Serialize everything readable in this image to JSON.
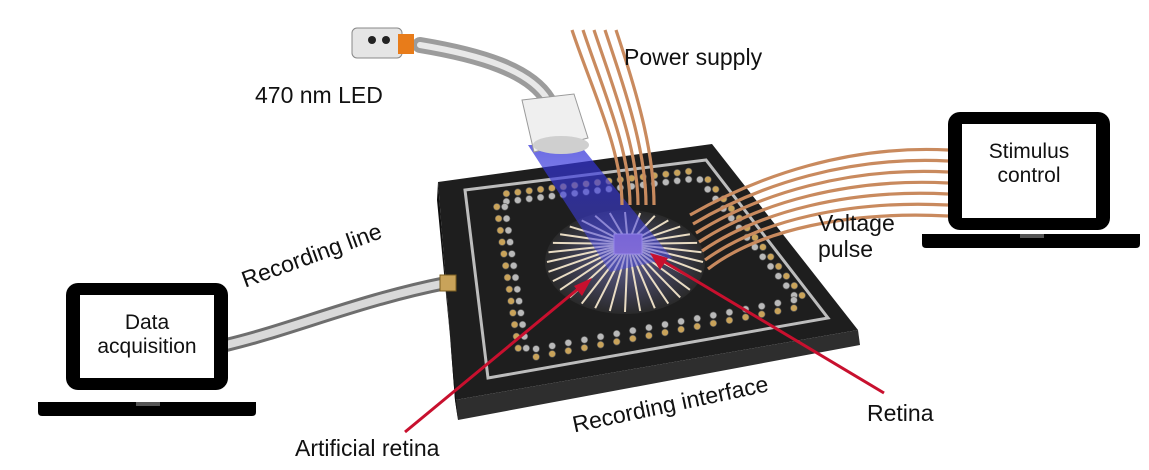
{
  "labels": {
    "led": "470 nm LED",
    "power_supply": "Power supply",
    "stimulus_control": "Stimulus\ncontrol",
    "voltage_pulse": "Voltage\npulse",
    "recording_line": "Recording line",
    "data_acquisition": "Data\nacquisition",
    "recording_interface": "Recording interface",
    "retina": "Retina",
    "artificial_retina": "Artificial retina"
  },
  "colors": {
    "arrow": "#c8102e",
    "wire": "#c98a5e",
    "led_light": "#3b3bd6",
    "chip_body": "#1c1c1c",
    "chip_border": "#bfbfbf",
    "laptop": "#000000"
  }
}
